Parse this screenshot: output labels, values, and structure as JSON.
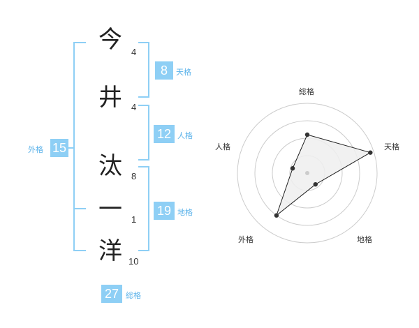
{
  "characters": [
    {
      "char": "今",
      "strokes": "4"
    },
    {
      "char": "井",
      "strokes": "4"
    },
    {
      "char": "汰",
      "strokes": "8"
    },
    {
      "char": "一",
      "strokes": "1"
    },
    {
      "char": "洋",
      "strokes": "10"
    }
  ],
  "fortune": {
    "tenkaku": {
      "value": "8",
      "label": "天格"
    },
    "jinkaku": {
      "value": "12",
      "label": "人格"
    },
    "chikaku": {
      "value": "19",
      "label": "地格"
    },
    "gaikaku": {
      "value": "15",
      "label": "外格"
    },
    "soukaku": {
      "value": "27",
      "label": "総格"
    }
  },
  "colors": {
    "accent": "#8ecff5",
    "accent_text": "#5cb3ea",
    "grid": "#cccccc",
    "point": "#333333"
  },
  "chart_data": {
    "type": "radar",
    "axes": [
      "総格",
      "天格",
      "地格",
      "外格",
      "人格"
    ],
    "values": [
      0.55,
      0.95,
      0.2,
      0.75,
      0.22
    ],
    "rings": 4,
    "grid": true
  }
}
